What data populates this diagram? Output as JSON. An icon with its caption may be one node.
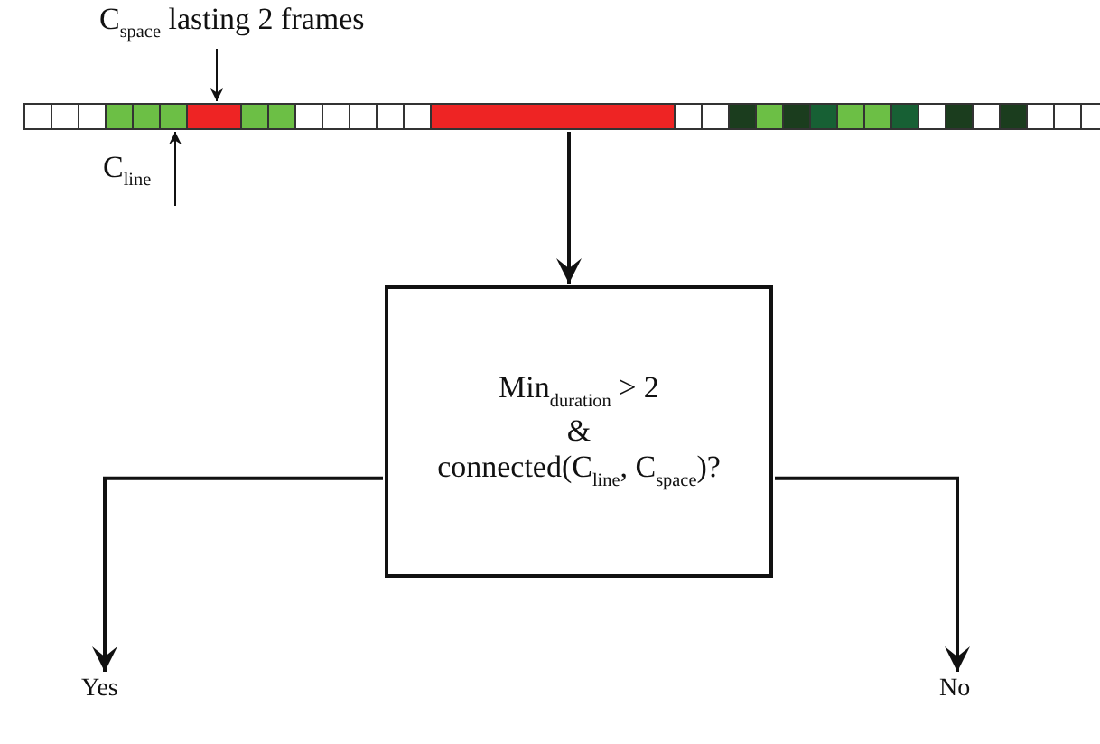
{
  "diagram": {
    "nodes": [
      {
        "text": [
          "C$_{space}$ lasting 2 frames"
        ]
      },
      {
        "text": [],
        "shape": "bar"
      },
      {
        "text": [],
        "shape": "box",
        "in": 1
      },
      {
        "text": [],
        "shape": "box",
        "in": 1
      },
      {
        "text": [
          "C$_{line}$"
        ]
      },
      {
        "text": [
          "Min$_{duration}$ > 2",
          "&",
          "connected(C$_{line}$, C$_{space}$)?"
        ]
      },
      {
        "text": [
          "Yes"
        ]
      },
      {
        "text": [
          "No"
        ]
      }
    ],
    "edges": [
      {
        "from": 0,
        "to": 2,
        "arrow": "to"
      },
      {
        "from": 4,
        "to": 3,
        "arrow": "to"
      },
      {
        "from": 1,
        "to": 5,
        "arrow": "to"
      },
      {
        "from": 5,
        "to": 6,
        "arrow": "to"
      },
      {
        "from": 5,
        "to": 7,
        "arrow": "to"
      }
    ]
  }
}
